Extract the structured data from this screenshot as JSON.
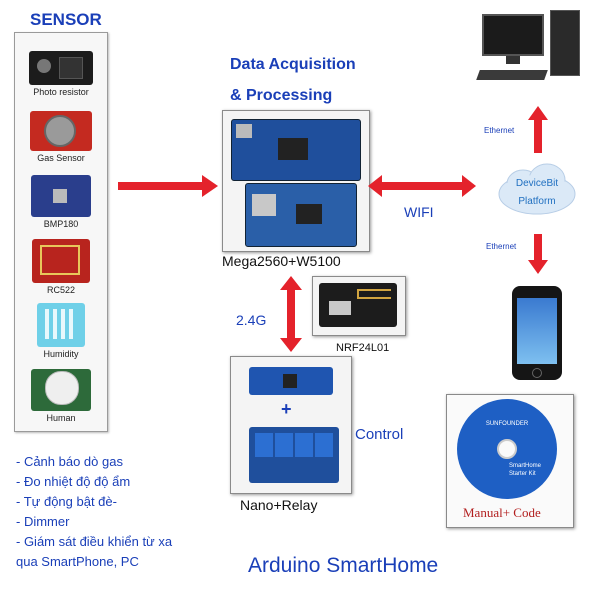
{
  "sensor_title": "SENSOR",
  "sensors": [
    {
      "label": "Photo resistor",
      "icon": "photo-resistor-module-icon"
    },
    {
      "label": "Gas Sensor",
      "icon": "gas-sensor-module-icon"
    },
    {
      "label": "BMP180",
      "icon": "bmp180-module-icon"
    },
    {
      "label": "RC522",
      "icon": "rc522-rfid-module-icon"
    },
    {
      "label": "Humidity",
      "icon": "humidity-sensor-module-icon"
    },
    {
      "label": "Human",
      "icon": "pir-sensor-module-icon"
    }
  ],
  "acquisition": {
    "title_line1": "Data Acquisition",
    "title_line2": "& Processing",
    "board_label": "Mega2560+W5100"
  },
  "links": {
    "wifi": "WIFI",
    "radio": "2.4G",
    "ethernet_top": "Ethernet",
    "ethernet_bottom": "Ethernet",
    "control": "Control"
  },
  "platform": {
    "line1": "DeviceBit",
    "line2": "Platform"
  },
  "nrf_label": "NRF24L01",
  "nano": {
    "plus": "+",
    "label": "Nano+Relay"
  },
  "manual_label": "Manual+ Code",
  "cd": {
    "brand": "SUNFOUNDER",
    "line1": "SmartHome",
    "line2": "Starter Kit"
  },
  "features": [
    "- Cảnh báo dò gas",
    "- Đo nhiệt độ độ ẩm",
    "- Tự động bật  đè-",
    "- Dimmer",
    "- Giám sát điều khiển từ xa",
    "qua SmartPhone, PC"
  ],
  "footer_title": "Arduino SmartHome",
  "colors": {
    "arrow": "#e4222b",
    "title_blue": "#1a3fb8",
    "pcb_blue": "#1f4f9c",
    "cloud_text": "#1f6fc0"
  }
}
